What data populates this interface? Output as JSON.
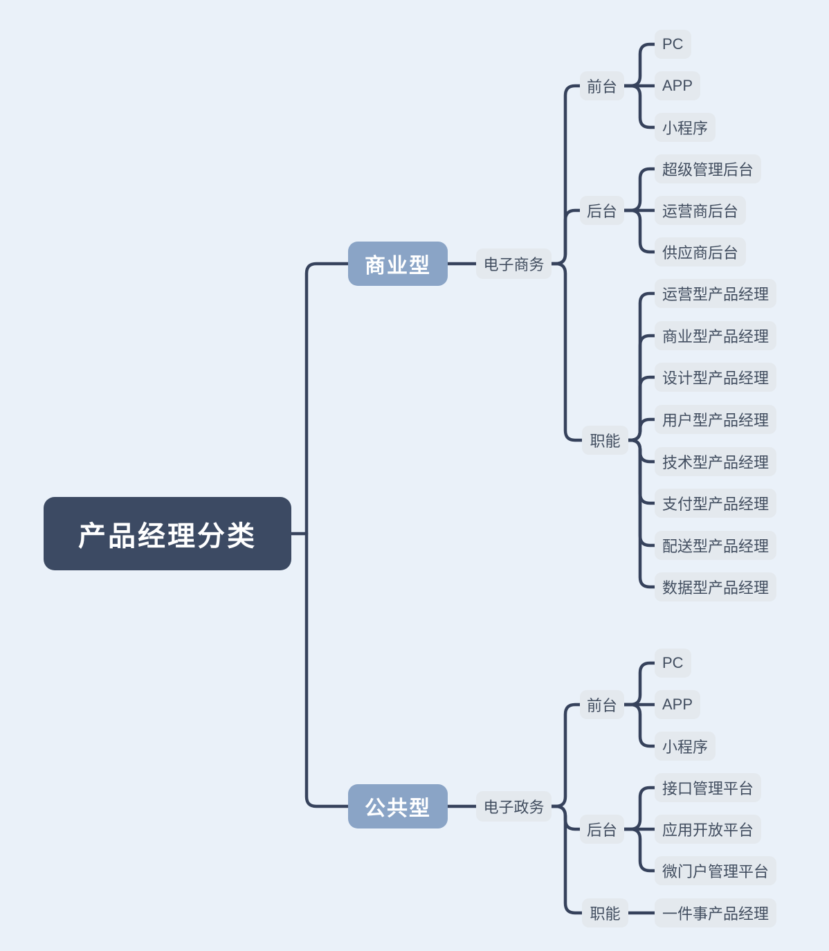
{
  "colors": {
    "background": "#eaf1f9",
    "root_bg": "#3c4a63",
    "root_text": "#ffffff",
    "primary_bg": "#8aa4c6",
    "primary_text": "#ffffff",
    "node_bg": "#e4e9ee",
    "node_text": "#414d5f",
    "line": "#36425c"
  },
  "mindmap": {
    "root": {
      "label": "产品经理分类"
    },
    "branches": [
      {
        "label": "商业型",
        "domain": {
          "label": "电子商务"
        },
        "groups": [
          {
            "label": "前台",
            "leaves": [
              "PC",
              "APP",
              "小程序"
            ]
          },
          {
            "label": "后台",
            "leaves": [
              "超级管理后台",
              "运营商后台",
              "供应商后台"
            ]
          },
          {
            "label": "职能",
            "leaves": [
              "运营型产品经理",
              "商业型产品经理",
              "设计型产品经理",
              "用户型产品经理",
              "技术型产品经理",
              "支付型产品经理",
              "配送型产品经理",
              "数据型产品经理"
            ]
          }
        ]
      },
      {
        "label": "公共型",
        "domain": {
          "label": "电子政务"
        },
        "groups": [
          {
            "label": "前台",
            "leaves": [
              "PC",
              "APP",
              "小程序"
            ]
          },
          {
            "label": "后台",
            "leaves": [
              "接口管理平台",
              "应用开放平台",
              "微门户管理平台"
            ]
          },
          {
            "label": "职能",
            "leaves": [
              "一件事产品经理"
            ]
          }
        ]
      }
    ]
  }
}
